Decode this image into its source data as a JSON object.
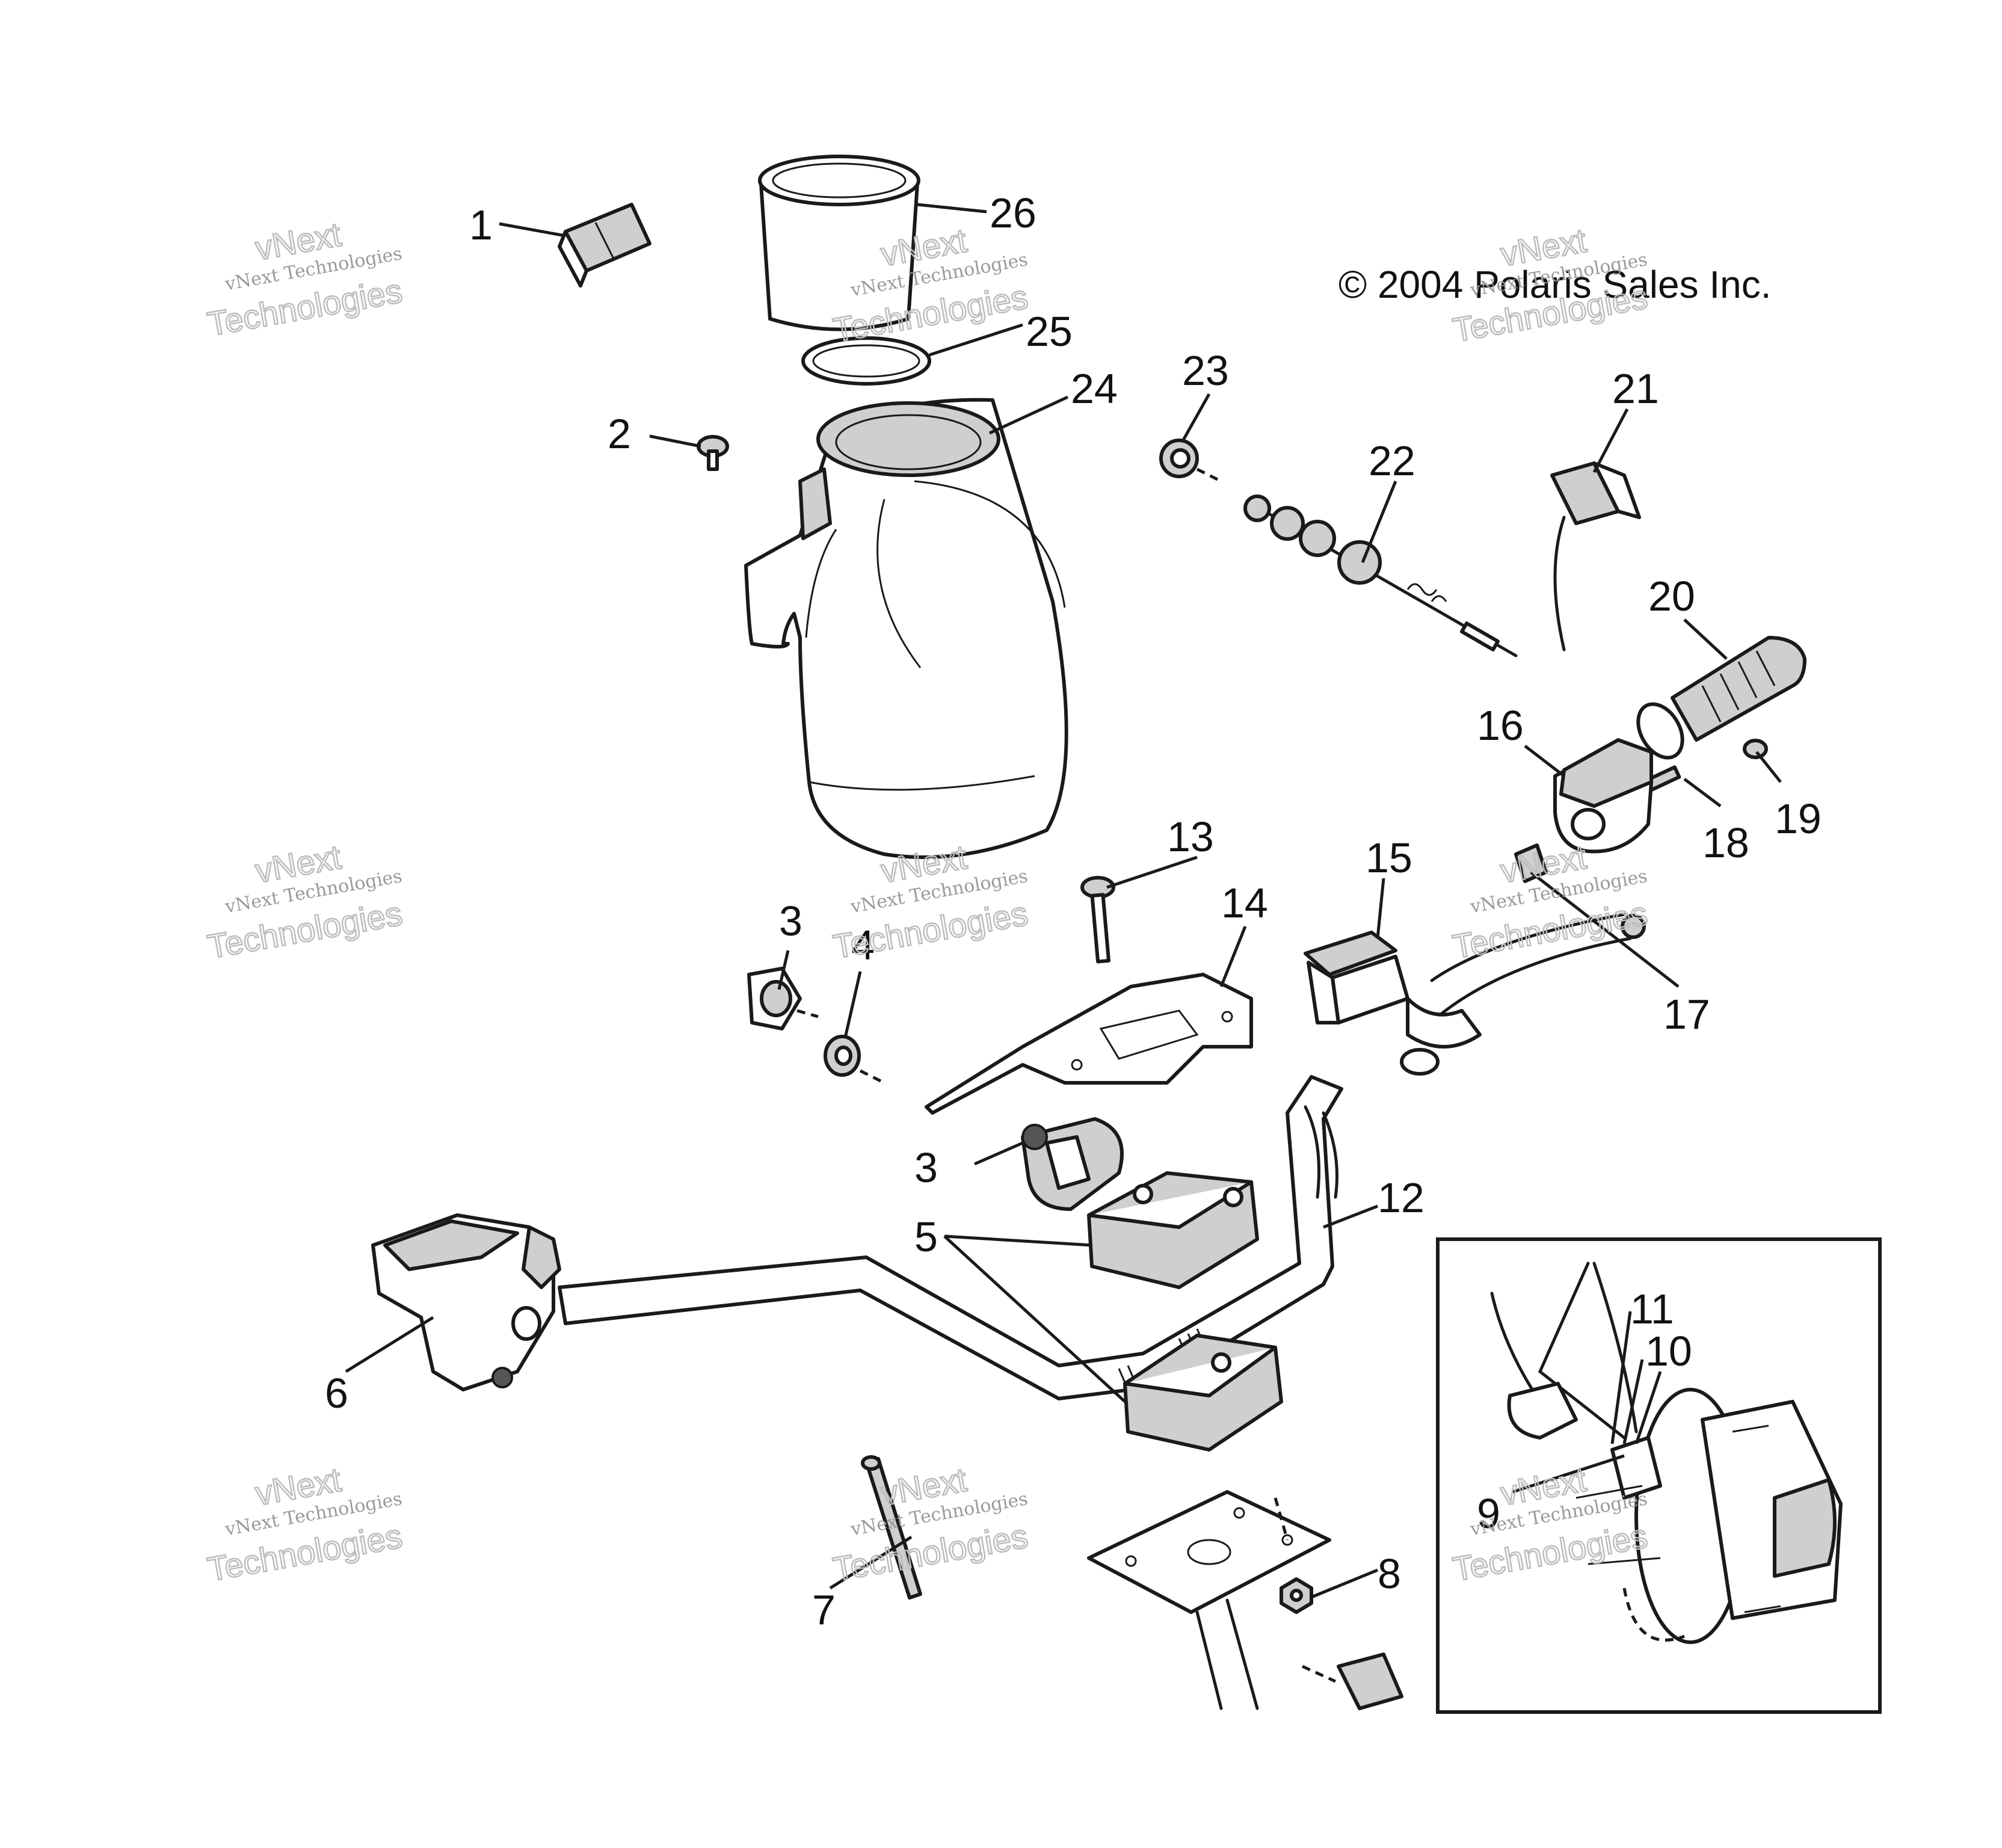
{
  "copyright": "© 2004 Polaris Sales Inc.",
  "watermark": {
    "line1": "vNext",
    "line2": "vNext Technologies",
    "line3": "Technologies"
  },
  "callouts": {
    "c1": "1",
    "c2": "2",
    "c3a": "3",
    "c3b": "3",
    "c4": "4",
    "c5": "5",
    "c6": "6",
    "c7": "7",
    "c8": "8",
    "c9": "9",
    "c10": "10",
    "c11": "11",
    "c12": "12",
    "c13": "13",
    "c14": "14",
    "c15": "15",
    "c16": "16",
    "c17": "17",
    "c18": "18",
    "c19": "19",
    "c20": "20",
    "c21": "21",
    "c22": "22",
    "c23": "23",
    "c24": "24",
    "c25": "25",
    "c26": "26"
  }
}
